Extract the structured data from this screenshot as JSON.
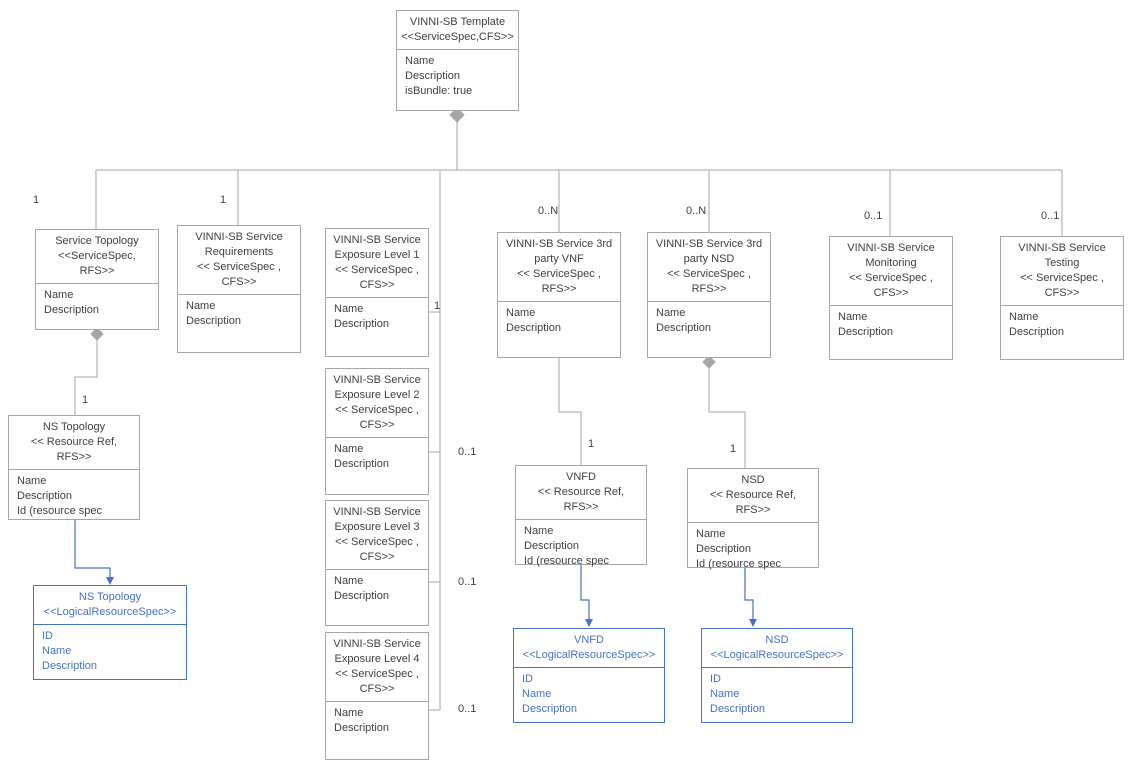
{
  "colors": {
    "box_border_gray": "#a6a6a6",
    "text_dark": "#404040",
    "accent_blue": "#4472c4"
  },
  "nodes": {
    "template": {
      "title": [
        "VINNI-SB Template",
        "<<ServiceSpec,CFS>>"
      ],
      "attrs": [
        "Name",
        "Description",
        "isBundle: true"
      ]
    },
    "service_topology": {
      "title": [
        "Service Topology",
        "<<ServiceSpec,",
        "RFS>>"
      ],
      "attrs": [
        "Name",
        "Description"
      ]
    },
    "requirements": {
      "title": [
        "VINNI-SB Service",
        "Requirements",
        "<< ServiceSpec ,",
        "CFS>>"
      ],
      "attrs": [
        "Name",
        "Description"
      ]
    },
    "exposure1": {
      "title": [
        "VINNI-SB Service",
        "Exposure Level 1",
        "<< ServiceSpec ,",
        "CFS>>"
      ],
      "attrs": [
        "Name",
        "Description"
      ]
    },
    "exposure2": {
      "title": [
        "VINNI-SB Service",
        "Exposure Level 2",
        "<< ServiceSpec ,",
        "CFS>>"
      ],
      "attrs": [
        "Name",
        "Description"
      ]
    },
    "exposure3": {
      "title": [
        "VINNI-SB Service",
        "Exposure Level 3",
        "<< ServiceSpec ,",
        "CFS>>"
      ],
      "attrs": [
        "Name",
        "Description"
      ]
    },
    "exposure4": {
      "title": [
        "VINNI-SB Service",
        "Exposure Level 4",
        "<< ServiceSpec ,",
        "CFS>>"
      ],
      "attrs": [
        "Name",
        "Description"
      ]
    },
    "vnf3rd": {
      "title": [
        "VINNI-SB Service 3rd",
        "party VNF",
        "<< ServiceSpec ,",
        "RFS>>"
      ],
      "attrs": [
        "Name",
        "Description"
      ]
    },
    "nsd3rd": {
      "title": [
        "VINNI-SB Service 3rd",
        "party NSD",
        "<< ServiceSpec ,",
        "RFS>>"
      ],
      "attrs": [
        "Name",
        "Description"
      ]
    },
    "monitoring": {
      "title": [
        "VINNI-SB Service",
        "Monitoring",
        "<< ServiceSpec ,",
        "CFS>>"
      ],
      "attrs": [
        "Name",
        "Description"
      ]
    },
    "testing": {
      "title": [
        "VINNI-SB Service",
        "Testing",
        "<< ServiceSpec ,",
        "CFS>>"
      ],
      "attrs": [
        "Name",
        "Description"
      ]
    },
    "ns_topology_ref": {
      "title": [
        "NS Topology",
        "<< Resource Ref,",
        "RFS>>"
      ],
      "attrs": [
        "Name",
        "Description",
        "Id (resource spec"
      ]
    },
    "vnfd_ref": {
      "title": [
        "VNFD",
        "<< Resource Ref,",
        "RFS>>"
      ],
      "attrs": [
        "Name",
        "Description",
        "Id (resource spec"
      ]
    },
    "nsd_ref": {
      "title": [
        "NSD",
        "<< Resource Ref,",
        "RFS>>"
      ],
      "attrs": [
        "Name",
        "Description",
        "Id (resource spec"
      ]
    },
    "ns_topology_lrs": {
      "title": [
        "NS Topology",
        "<<LogicalResourceSpec>>"
      ],
      "attrs": [
        "ID",
        "Name",
        "Description"
      ]
    },
    "vnfd_lrs": {
      "title": [
        "VNFD",
        "<<LogicalResourceSpec>>"
      ],
      "attrs": [
        "ID",
        "Name",
        "Description"
      ]
    },
    "nsd_lrs": {
      "title": [
        "NSD",
        "<<LogicalResourceSpec>>"
      ],
      "attrs": [
        "ID",
        "Name",
        "Description"
      ]
    }
  },
  "multiplicities": {
    "topology": "1",
    "requirements": "1",
    "exposure1": "1",
    "exposure2": "0..1",
    "exposure3": "0..1",
    "exposure4": "0..1",
    "vnf3rd": "0..N",
    "nsd3rd": "0..N",
    "monitoring": "0..1",
    "testing": "0..1",
    "ns_topology": "1",
    "vnfd": "1",
    "nsd": "1"
  }
}
